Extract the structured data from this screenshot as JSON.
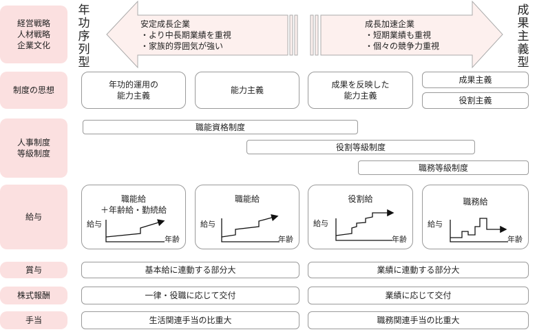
{
  "colors": {
    "label_bg": "#fbe0e0",
    "arrow_fill": "#fdf0ee",
    "border": "#999999"
  },
  "rows": {
    "strategy": "経営戦略\n人材戦略\n企業文化",
    "philosophy": "制度の思想",
    "grade": "人事制度\n等級制度",
    "pay": "給与",
    "bonus": "賞与",
    "stock": "株式報酬",
    "allowance": "手当"
  },
  "top": {
    "left_type": "年\n功\n序\n列\n型",
    "right_type": "成\n果\n主\n義\n型",
    "left_arrow": "安定成長企業\n・より中長期業績を重視\n・家族的雰囲気が強い",
    "right_arrow": "成長加速企業\n・短期業績も重視\n・個々の競争力重視"
  },
  "philosophy": [
    "年功的運用の\n能力主義",
    "能力主義",
    "成果を反映した\n能力主義",
    "成果主義",
    "役割主義"
  ],
  "grade_systems": [
    "職能資格制度",
    "役割等級制度",
    "職務等級制度"
  ],
  "pay": {
    "y_label": "給与",
    "x_label": "年齢",
    "types": [
      "職能給\n＋年齢給・勤続給",
      "職能給",
      "役割給",
      "職務給"
    ]
  },
  "bonus": [
    "基本給に連動する部分大",
    "業績に連動する部分大"
  ],
  "stock": [
    "一律・役職に応じて交付",
    "業績に応じて交付"
  ],
  "allowance": [
    "生活関連手当の比重大",
    "職務関連手当の比重大"
  ]
}
